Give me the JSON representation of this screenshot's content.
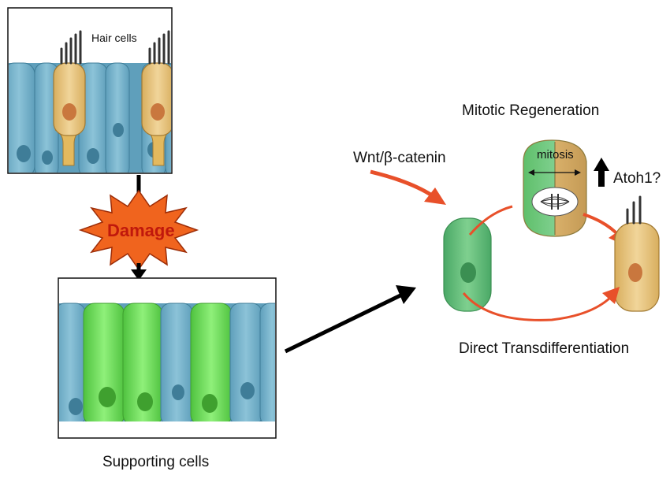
{
  "labels": {
    "hair_cells": "Hair cells",
    "damage": "Damage",
    "supporting_cells": "Supporting cells",
    "mitotic_regeneration": "Mitotic Regeneration",
    "wnt": "Wnt/β-catenin",
    "mitosis": "mitosis",
    "atoh1": "Atoh1?",
    "direct_transdifferentiation": "Direct Transdifferentiation"
  },
  "colors": {
    "supporting_blue": "#7fb8cf",
    "supporting_green": "#6fd85a",
    "hair_cell": "#e6c27a",
    "nucleus_orange": "#c9773e",
    "damage_fill": "#f0641e",
    "damage_text": "#c0180c",
    "arrow_red": "#e8502a",
    "arrow_black": "#000000"
  }
}
